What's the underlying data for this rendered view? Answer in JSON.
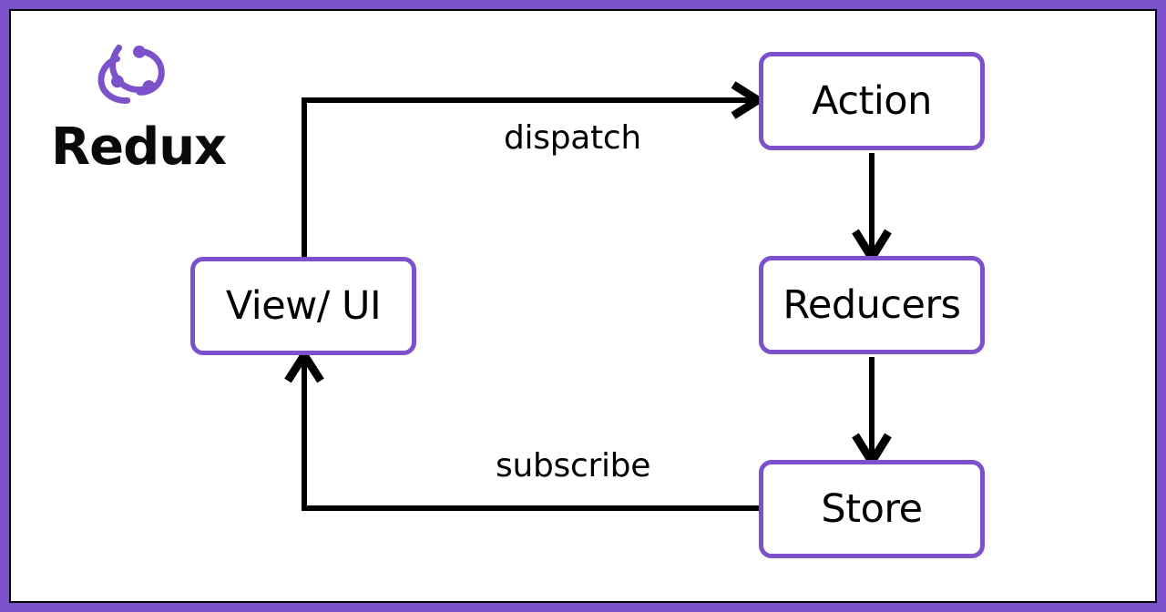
{
  "frame": {
    "outer_color": "#7b52c9",
    "inner_border_color": "#000000",
    "background": "#ffffff"
  },
  "brand": {
    "name": "Redux",
    "logo_icon": "redux-logo-icon",
    "accent_color": "#7b52c9",
    "text_color": "#0a0a0a"
  },
  "diagram": {
    "type": "flow",
    "title": "Redux",
    "node_border_color": "#7b52c9",
    "connector_color": "#000000",
    "nodes": [
      {
        "id": "action",
        "label": "Action"
      },
      {
        "id": "reducers",
        "label": "Reducers"
      },
      {
        "id": "store",
        "label": "Store"
      },
      {
        "id": "view",
        "label": "View/ UI"
      }
    ],
    "edges": [
      {
        "from": "view",
        "to": "action",
        "label": "dispatch",
        "arrow": true
      },
      {
        "from": "action",
        "to": "reducers",
        "label": "",
        "arrow": true
      },
      {
        "from": "reducers",
        "to": "store",
        "label": "",
        "arrow": true
      },
      {
        "from": "store",
        "to": "view",
        "label": "subscribe",
        "arrow": true
      }
    ]
  }
}
